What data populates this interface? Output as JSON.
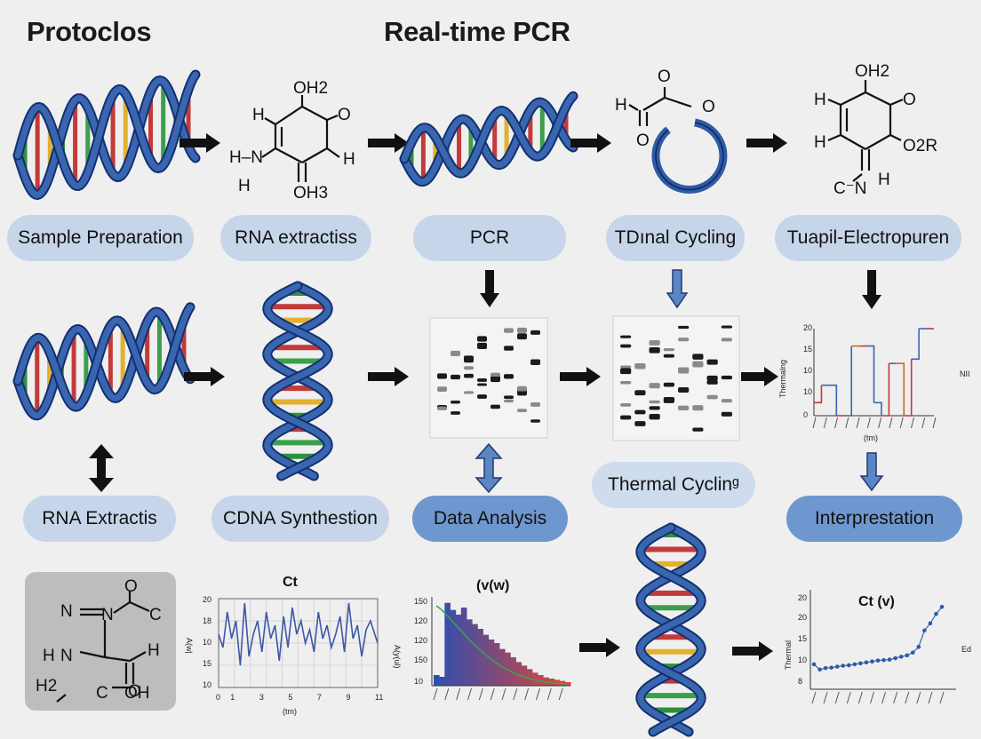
{
  "headers": {
    "protocols": "Protoclos",
    "realtime": "Real-time PCR"
  },
  "row1_labels": [
    "Sample Preparation",
    "RNA extractiss",
    "PCR",
    "TDınal Cycling",
    "Tuapil-Electropuren"
  ],
  "row2_labels": [
    "RNA Extractis",
    "CDNA Synthestion",
    "Data Analysis",
    "Thermal Cyclinᵍ",
    "Interprestation"
  ],
  "chem1": {
    "top": "OH2",
    "h_left": "H",
    "o_right": "O",
    "amine": "H–N",
    "amine_h": "H",
    "h_right": "H",
    "bottom": "OH3"
  },
  "chem2": {
    "o_top": "O",
    "o_left": "O",
    "o_right": "O",
    "h_left": "H"
  },
  "chem3": {
    "top": "OH2",
    "h_upper": "H",
    "o_right": "O",
    "h_lower": "H",
    "o2r": "O2R",
    "cnh": "C⁻N",
    "cnh_h": "H"
  },
  "chem4": {
    "o_top": "O",
    "n_eq": "N",
    "n_mid": "N",
    "c_right": "C",
    "hn": "H",
    "hn_n": "N",
    "h2": "H2",
    "h_right": "H",
    "o_mid": "O",
    "coh": "C",
    "coh_oh": "OH"
  },
  "chart_ct": {
    "title": "Ct",
    "ylabel": "A(w|",
    "xlabel": "(tm)",
    "yticks": [
      "20",
      "18",
      "10",
      "15",
      "10"
    ],
    "xticks": [
      "0",
      "1",
      "3",
      "5",
      "7",
      "9",
      "11"
    ]
  },
  "chart_vw": {
    "title": "(v(w)",
    "ylabel": "A(y(ul)",
    "yticks": [
      "150",
      "120",
      "120",
      "150",
      "10"
    ]
  },
  "chart_thermal": {
    "ylabel": "Thermalng",
    "right_label": "NII",
    "xlabel": "(tm)",
    "yticks": [
      "20",
      "15",
      "10",
      "10",
      "0"
    ]
  },
  "chart_ctv": {
    "title": "Ct (v)",
    "ylabel": "Thermal",
    "right_label": "Ed",
    "yticks": [
      "20",
      "20",
      "15",
      "10",
      "8"
    ]
  },
  "chart_data": [
    {
      "type": "line",
      "title": "Ct",
      "xlabel": "(tm)",
      "ylabel": "A(w|",
      "x": [
        0,
        0.3,
        0.6,
        0.9,
        1.2,
        1.5,
        1.8,
        2.1,
        2.4,
        2.7,
        3.0,
        3.3,
        3.6,
        3.9,
        4.2,
        4.5,
        4.8,
        5.1,
        5.4,
        5.7,
        6.0,
        6.3,
        6.6,
        6.9,
        7.2,
        7.5,
        7.8,
        8.1,
        8.4,
        8.7,
        9.0,
        9.3,
        9.6,
        9.9,
        10.2,
        10.5,
        11
      ],
      "series": [
        {
          "values": [
            12,
            9,
            17,
            11,
            15,
            5,
            19,
            7,
            12,
            15,
            8,
            17,
            11,
            14,
            6,
            16,
            9,
            18,
            12,
            15,
            10,
            13,
            8,
            17,
            11,
            14,
            9,
            12,
            16,
            8,
            19,
            11,
            14,
            7,
            13,
            15,
            10
          ]
        }
      ],
      "colors": [
        "#3d57a8"
      ]
    },
    {
      "type": "bar",
      "title": "(v(w)",
      "ylabel": "A(y(ul)",
      "values": [
        18,
        15,
        140,
        128,
        120,
        132,
        112,
        104,
        96,
        86,
        78,
        72,
        62,
        56,
        48,
        40,
        34,
        28,
        22,
        18,
        14,
        12,
        10,
        8,
        6
      ],
      "trend": [
        135,
        128,
        118,
        108,
        98,
        88,
        78,
        69,
        60,
        52,
        45,
        38,
        32,
        27,
        22,
        18,
        15,
        12,
        10,
        8,
        6,
        5,
        4,
        3,
        2
      ]
    },
    {
      "type": "line",
      "ylabel": "Thermalng",
      "xlabel": "(tm)",
      "series": [
        {
          "values": [
            3,
            7,
            7,
            0,
            0,
            16,
            16,
            16,
            3,
            0,
            12,
            12,
            0,
            13,
            20,
            20,
            20
          ]
        }
      ]
    },
    {
      "type": "scatter",
      "title": "Ct (v)",
      "ylabel": "Thermal",
      "values": [
        5.3,
        4.2,
        4.5,
        4.6,
        4.8,
        5.0,
        5.1,
        5.3,
        5.5,
        5.7,
        5.9,
        6.1,
        6.2,
        6.3,
        6.6,
        6.9,
        7.2,
        7.8,
        9.0,
        12.5,
        14.0,
        16.0,
        17.5
      ]
    }
  ],
  "colors": {
    "background": "#efefef",
    "pill": "#c6d5ea",
    "pill_dark": "#6f97cf",
    "dna_blue": "#3a66b0",
    "arrow_blue": "#5b86c4"
  }
}
